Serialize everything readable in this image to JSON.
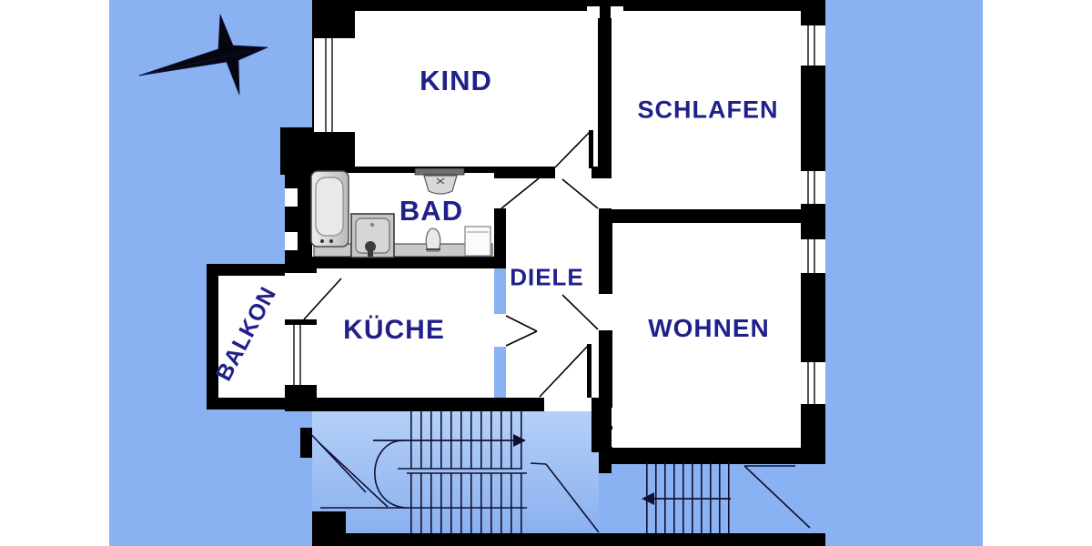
{
  "title": "Grundriss Wohnung (floor plan)",
  "rooms": {
    "kind": {
      "label": "KIND"
    },
    "schlafen": {
      "label": "SCHLAFEN"
    },
    "bad": {
      "label": "BAD"
    },
    "diele": {
      "label": "DIELE"
    },
    "kueche": {
      "label": "KÜCHE"
    },
    "wohnen": {
      "label": "WOHNEN"
    },
    "balkon": {
      "label": "BALKON"
    }
  },
  "icons": {
    "compass": "compass-rose",
    "stair_up_arrow": "arrow-right",
    "entry_arrow": "arrow-left",
    "fixtures": [
      "bathtub",
      "shower",
      "washbasin",
      "toilet",
      "cabinet"
    ]
  },
  "colors": {
    "page_margin": "#ffffff",
    "background": "#8ab2f2",
    "wall": "#000000",
    "room_fill": "#ffffff",
    "label_text": "#20208a",
    "stairwell_light": "#b6d1f8",
    "fixture_gray": "#c9c9c9"
  }
}
